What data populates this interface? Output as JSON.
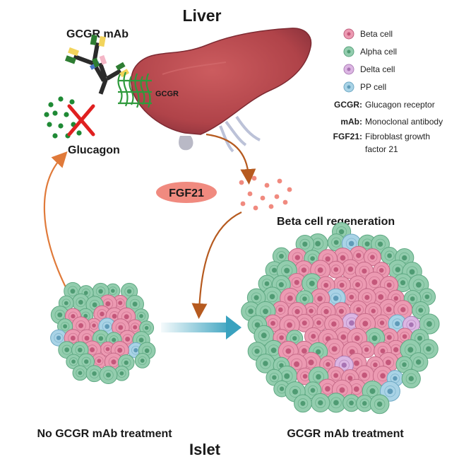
{
  "titles": {
    "liver": "Liver",
    "islet": "Islet"
  },
  "labels": {
    "gcgr_mab": "GCGR mAb",
    "gcgr": "GCGR",
    "glucagon": "Glucagon",
    "fgf21": "FGF21",
    "beta_regen": "Beta cell regeneration",
    "no_treatment": "No GCGR mAb treatment",
    "treatment": "GCGR mAb treatment"
  },
  "legend": {
    "cells": [
      {
        "label": "Beta cell",
        "color": "#ec9ab2",
        "icon": "beta-cell-icon"
      },
      {
        "label": "Alpha cell",
        "color": "#93cdae",
        "icon": "alpha-cell-icon"
      },
      {
        "label": "Delta cell",
        "color": "#dcb6e3",
        "icon": "delta-cell-icon"
      },
      {
        "label": "PP cell",
        "color": "#a9d3e6",
        "icon": "pp-cell-icon"
      }
    ],
    "abbreviations": [
      {
        "abbr": "GCGR:",
        "text": "Glucagon receptor"
      },
      {
        "abbr": "mAb:",
        "text": "Monoclonal antibody"
      },
      {
        "abbr": "FGF21:",
        "text": "Fibroblast growth",
        "text2": "factor 21"
      }
    ]
  },
  "colors": {
    "liver": "#b5474c",
    "liver_dark": "#8c2f36",
    "arrow_orange": "#e07a3a",
    "arrow_brown": "#b65a1f",
    "fgf21_fill": "#f08a7f",
    "glucagon_dot": "#1f8a35",
    "receptor": "#2f9a3c",
    "cross": "#e02020",
    "beta": "#ec9ab2",
    "alpha": "#93cdae",
    "delta": "#dcb6e3",
    "pp": "#a9d3e6",
    "teal_arrow": "#3aa2bf"
  }
}
